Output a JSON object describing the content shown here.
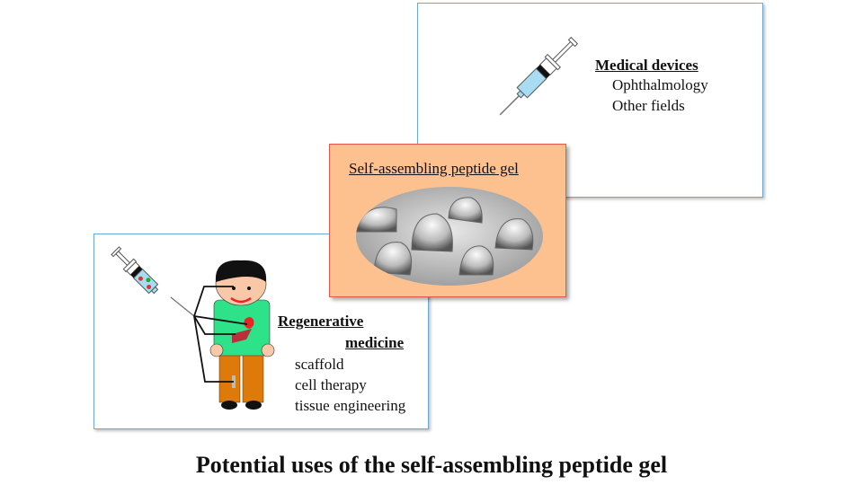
{
  "medical": {
    "heading": "Medical devices",
    "items": [
      "Ophthalmology",
      "Other fields"
    ]
  },
  "gel": {
    "heading": "Self-assembling peptide gel"
  },
  "regen": {
    "heading_line1": "Regenerative",
    "heading_line2": "medicine",
    "items": [
      "scaffold",
      "cell therapy",
      "tissue engineering"
    ]
  },
  "title": "Potential uses of the self-assembling peptide gel",
  "colors": {
    "box_border": "#6aa9d8",
    "gel_fill": "#fdc190",
    "gel_border": "#e8574e",
    "shirt": "#2ee28a",
    "pants": "#dd7a0a"
  }
}
